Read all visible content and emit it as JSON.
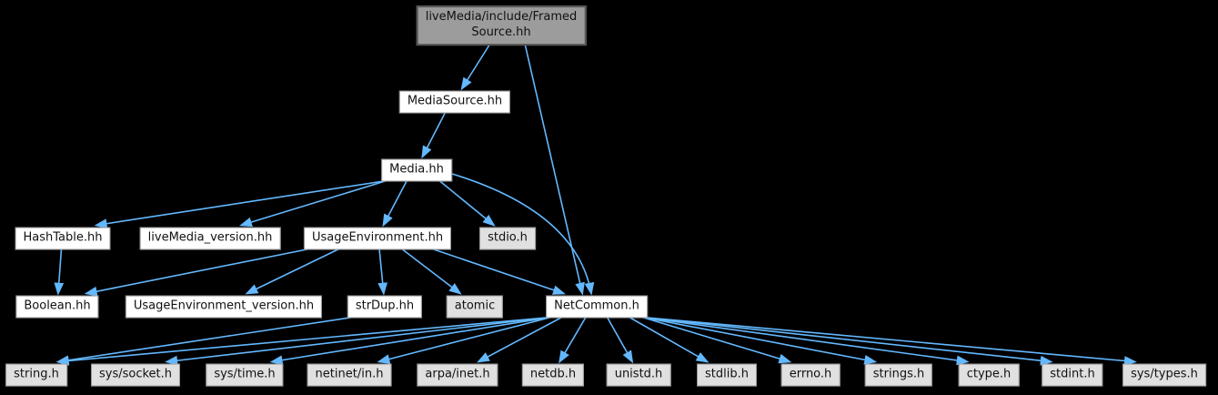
{
  "diagram": {
    "kind": "include-dependency-graph",
    "root": "liveMedia/include/FramedSource.hh"
  },
  "colors": {
    "background": "#000000",
    "edge": "#63b8ff",
    "text": "#111111",
    "fill_internal": "#ffffff",
    "border_internal": "#8f8f8f",
    "fill_system": "#e0e0e0",
    "border_system": "#989898",
    "fill_main": "#9c9c9c",
    "border_main": "#565656"
  },
  "nodes": [
    {
      "id": "framed_source",
      "label": "liveMedia/include/Framed\nSource.hh",
      "kind": "main"
    },
    {
      "id": "media_source",
      "label": "MediaSource.hh",
      "kind": "internal"
    },
    {
      "id": "media",
      "label": "Media.hh",
      "kind": "internal"
    },
    {
      "id": "hash_table",
      "label": "HashTable.hh",
      "kind": "internal"
    },
    {
      "id": "livemedia_version",
      "label": "liveMedia_version.hh",
      "kind": "internal"
    },
    {
      "id": "usage_environment",
      "label": "UsageEnvironment.hh",
      "kind": "internal"
    },
    {
      "id": "stdio",
      "label": "stdio.h",
      "kind": "system"
    },
    {
      "id": "boolean",
      "label": "Boolean.hh",
      "kind": "internal"
    },
    {
      "id": "usage_environment_version",
      "label": "UsageEnvironment_version.hh",
      "kind": "internal"
    },
    {
      "id": "strdup",
      "label": "strDup.hh",
      "kind": "internal"
    },
    {
      "id": "atomic",
      "label": "atomic",
      "kind": "system"
    },
    {
      "id": "net_common",
      "label": "NetCommon.h",
      "kind": "internal"
    },
    {
      "id": "string_h",
      "label": "string.h",
      "kind": "system"
    },
    {
      "id": "sys_socket",
      "label": "sys/socket.h",
      "kind": "system"
    },
    {
      "id": "sys_time",
      "label": "sys/time.h",
      "kind": "system"
    },
    {
      "id": "netinet_in",
      "label": "netinet/in.h",
      "kind": "system"
    },
    {
      "id": "arpa_inet",
      "label": "arpa/inet.h",
      "kind": "system"
    },
    {
      "id": "netdb",
      "label": "netdb.h",
      "kind": "system"
    },
    {
      "id": "unistd",
      "label": "unistd.h",
      "kind": "system"
    },
    {
      "id": "stdlib",
      "label": "stdlib.h",
      "kind": "system"
    },
    {
      "id": "errno",
      "label": "errno.h",
      "kind": "system"
    },
    {
      "id": "strings_h",
      "label": "strings.h",
      "kind": "system"
    },
    {
      "id": "ctype",
      "label": "ctype.h",
      "kind": "system"
    },
    {
      "id": "stdint",
      "label": "stdint.h",
      "kind": "system"
    },
    {
      "id": "sys_types",
      "label": "sys/types.h",
      "kind": "system"
    }
  ],
  "edges": [
    {
      "from": "framed_source",
      "to": "media_source"
    },
    {
      "from": "framed_source",
      "to": "net_common"
    },
    {
      "from": "media_source",
      "to": "media"
    },
    {
      "from": "media",
      "to": "hash_table"
    },
    {
      "from": "media",
      "to": "livemedia_version"
    },
    {
      "from": "media",
      "to": "usage_environment"
    },
    {
      "from": "media",
      "to": "stdio"
    },
    {
      "from": "media",
      "to": "net_common",
      "curve": true
    },
    {
      "from": "hash_table",
      "to": "boolean"
    },
    {
      "from": "usage_environment",
      "to": "boolean"
    },
    {
      "from": "usage_environment",
      "to": "usage_environment_version"
    },
    {
      "from": "usage_environment",
      "to": "strdup"
    },
    {
      "from": "usage_environment",
      "to": "atomic"
    },
    {
      "from": "usage_environment",
      "to": "net_common"
    },
    {
      "from": "strdup",
      "to": "string_h"
    },
    {
      "from": "net_common",
      "to": "string_h"
    },
    {
      "from": "net_common",
      "to": "sys_socket"
    },
    {
      "from": "net_common",
      "to": "sys_time"
    },
    {
      "from": "net_common",
      "to": "netinet_in"
    },
    {
      "from": "net_common",
      "to": "arpa_inet"
    },
    {
      "from": "net_common",
      "to": "netdb"
    },
    {
      "from": "net_common",
      "to": "unistd"
    },
    {
      "from": "net_common",
      "to": "stdlib"
    },
    {
      "from": "net_common",
      "to": "errno"
    },
    {
      "from": "net_common",
      "to": "strings_h"
    },
    {
      "from": "net_common",
      "to": "ctype"
    },
    {
      "from": "net_common",
      "to": "stdint"
    },
    {
      "from": "net_common",
      "to": "sys_types"
    }
  ]
}
